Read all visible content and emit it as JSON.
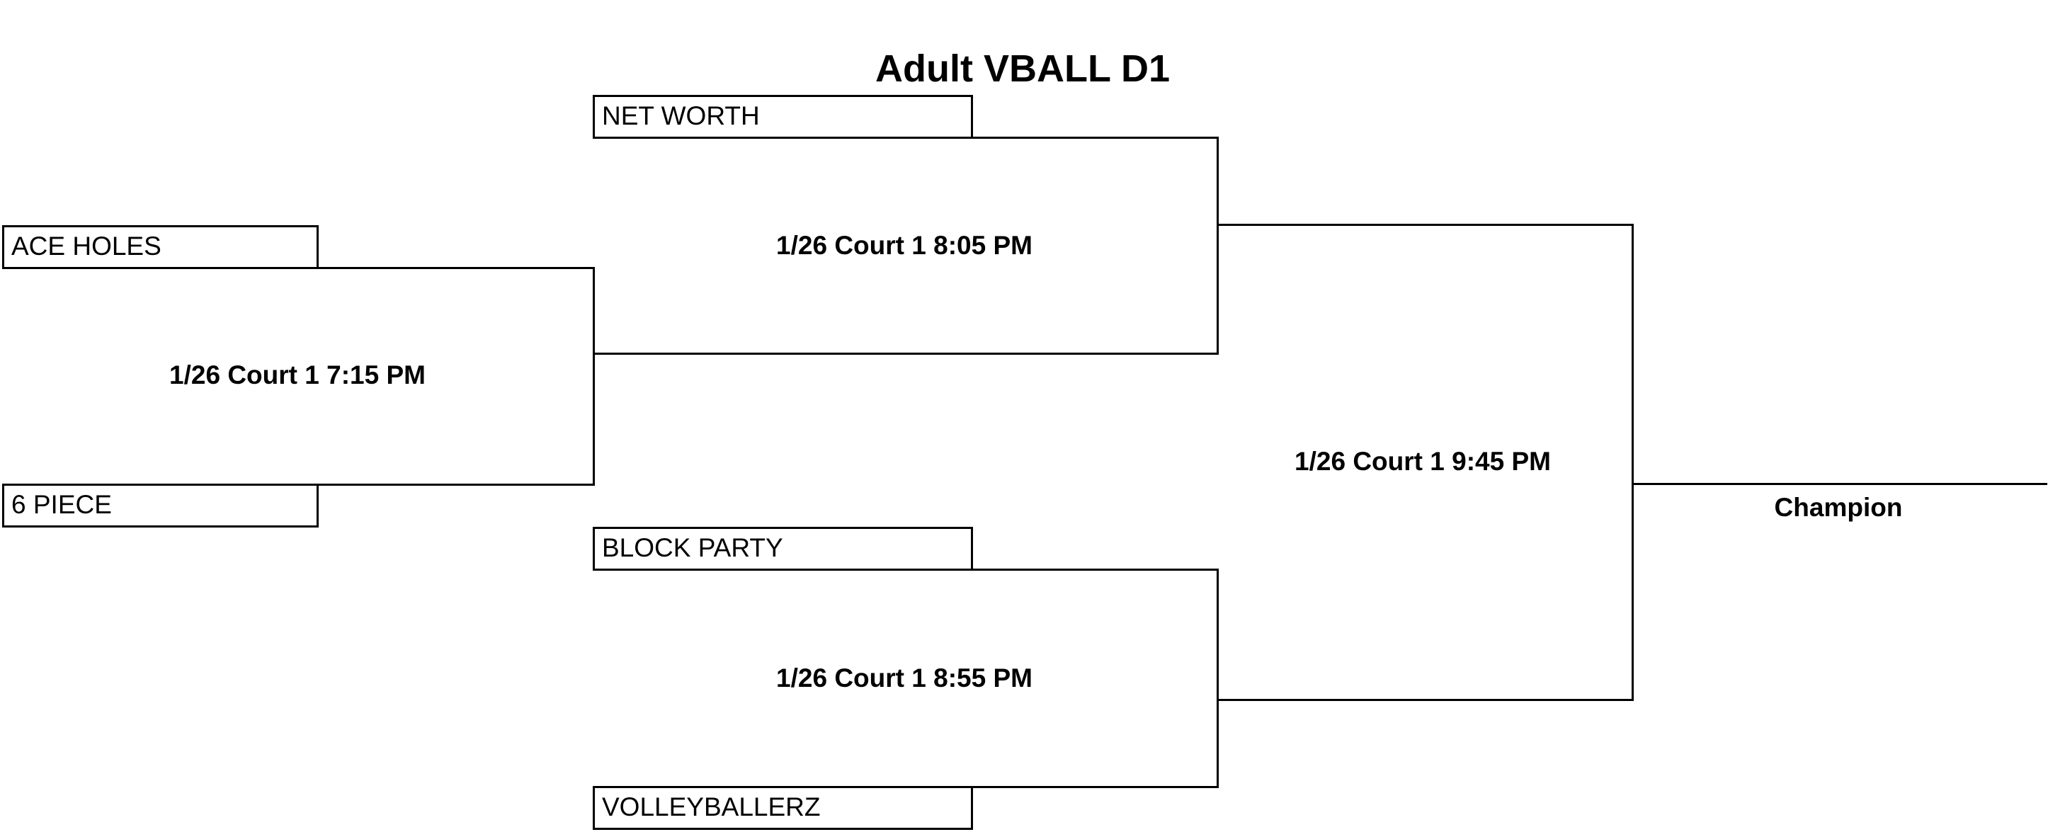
{
  "title": "Adult VBALL D1",
  "teams": {
    "ace_holes": "ACE HOLES",
    "six_piece": "6 PIECE",
    "net_worth": "NET WORTH",
    "block_party": "BLOCK PARTY",
    "volleyballerz": "VOLLEYBALLERZ"
  },
  "matches": {
    "round1": "1/26 Court 1 7:15 PM",
    "semi_top": "1/26 Court 1 8:05 PM",
    "semi_bottom": "1/26 Court 1 8:55 PM",
    "final": "1/26 Court 1 9:45 PM"
  },
  "champion_label": "Champion"
}
